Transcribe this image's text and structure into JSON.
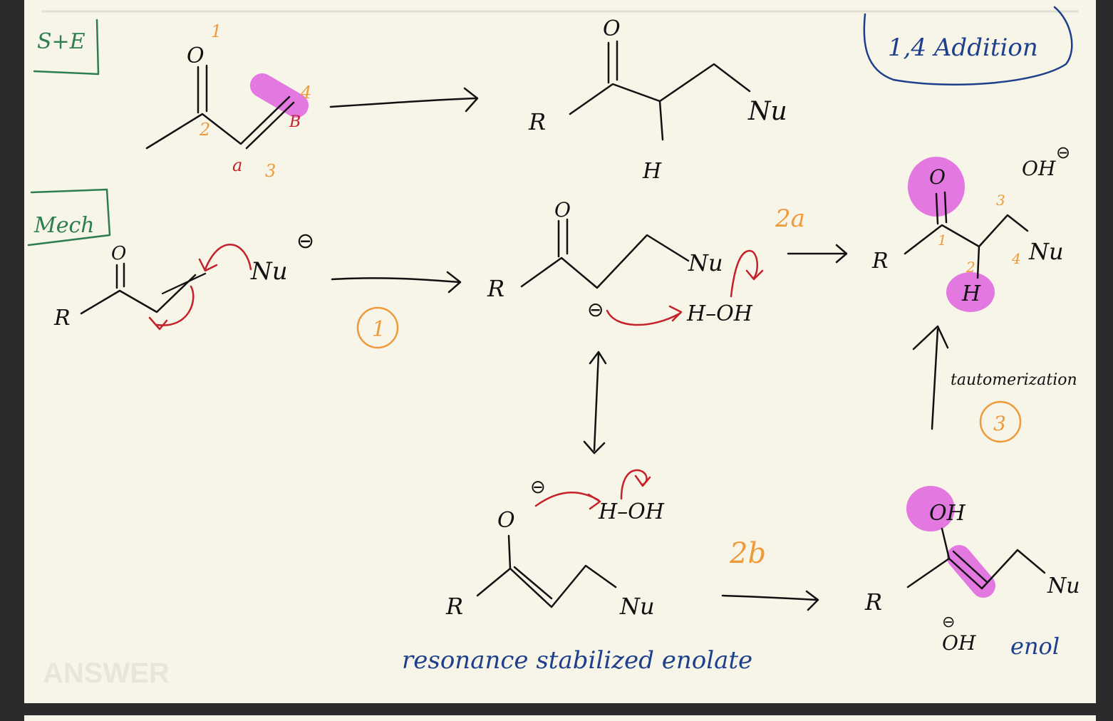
{
  "labels": {
    "step1": "1",
    "step2a": "2a",
    "step2b": "2b",
    "step3": "3",
    "numbers_top": [
      "1",
      "2",
      "3",
      "4"
    ],
    "greek_top": [
      "a",
      "B"
    ],
    "numbers_product": [
      "1",
      "2",
      "3",
      "4"
    ],
    "tautomerization": "tautomerization",
    "resonance": "resonance stabilized enolate",
    "enol": "enol"
  },
  "boxes": {
    "ste": "S+E",
    "mech": "Mech",
    "addition": "1,4 Addition"
  },
  "atoms": {
    "O": "O",
    "R": "R",
    "Nu": "Nu",
    "H": "H",
    "OH": "OH",
    "HOH": "H–OH",
    "neg": "⊖"
  },
  "watermark": "ANSWER",
  "colors": {
    "ink": "#111111",
    "green": "#2e7d4f",
    "orange": "#ef9a3a",
    "red": "#c4222a",
    "blue": "#1d3f8c",
    "highlight": "#e06ae0"
  }
}
